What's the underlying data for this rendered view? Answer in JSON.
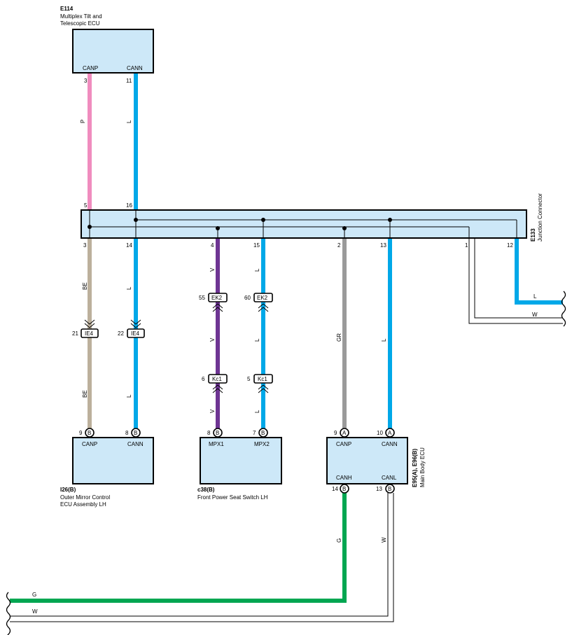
{
  "components": {
    "e114": {
      "code": "E114",
      "name_line1": "Multiplex Tilt and",
      "name_line2": "Telescopic ECU",
      "pin_canp": "CANP",
      "pin_cann": "CANN"
    },
    "e133": {
      "code": "E133",
      "name": "Junction Connector"
    },
    "i26": {
      "code": "I26(B)",
      "name_line1": "Outer Mirror Control",
      "name_line2": "ECU Assembly LH",
      "pin_canp": "CANP",
      "pin_cann": "CANN"
    },
    "c38": {
      "code": "c38(B)",
      "name": "Front Power Seat Switch LH",
      "pin_mpx1": "MPX1",
      "pin_mpx2": "MPX2"
    },
    "e95": {
      "code": "E95(A), E96(B)",
      "name": "Main Body ECU",
      "pin_canp": "CANP",
      "pin_cann": "CANN",
      "pin_canh": "CANH",
      "pin_canl": "CANL"
    }
  },
  "pins": {
    "e114_canp": "3",
    "e114_cann": "11",
    "jc_in_5": "5",
    "jc_in_16": "16",
    "jc_3": "3",
    "jc_14": "14",
    "jc_4": "4",
    "jc_15": "15",
    "jc_2": "2",
    "jc_13": "13",
    "jc_1": "1",
    "jc_12": "12",
    "ie4_a": "21",
    "ie4_b": "22",
    "ek2_a": "55",
    "ek2_b": "60",
    "kc1_a": "6",
    "kc1_b": "5",
    "i26_canp": "9",
    "i26_cann": "8",
    "c38_mpx1": "8",
    "c38_mpx2": "7",
    "e95_canp": "9",
    "e95_cann": "10",
    "e96_canh": "14",
    "e96_canl": "13"
  },
  "connectors": {
    "ie4": "IE4",
    "ek2": "EK2",
    "kc1": "Kc1"
  },
  "connector_letters": {
    "b": "B",
    "a": "A"
  },
  "wire_colors": {
    "p": "P",
    "l": "L",
    "be": "BE",
    "v": "V",
    "gr": "GR",
    "g": "G",
    "w": "W"
  },
  "palette": {
    "pink": "#f08cbe",
    "blue": "#00a8e8",
    "tan": "#bcb09c",
    "purple": "#6e3593",
    "gray": "#9a9a9a",
    "green": "#00a651",
    "box_fill": "#cde8f8"
  }
}
